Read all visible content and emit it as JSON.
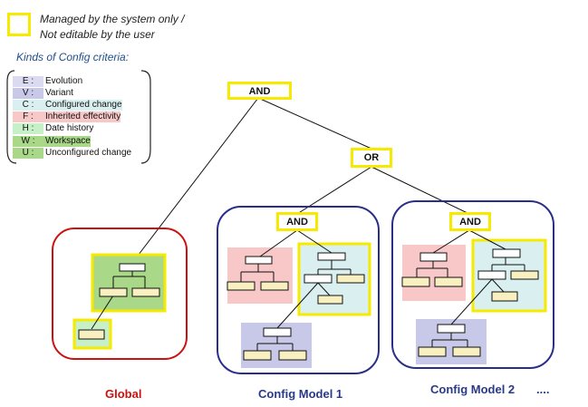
{
  "legend": {
    "line1": "Managed by the system only /",
    "line2": "Not editable by the user"
  },
  "criteria": {
    "title": "Kinds of Config criteria:",
    "items": [
      {
        "code": "E",
        "sep": ":",
        "label": "Evolution",
        "color": "#dadaf0"
      },
      {
        "code": "V",
        "sep": ":",
        "label": "Variant",
        "color": "#c8c8e8"
      },
      {
        "code": "C",
        "sep": ":",
        "label": "Configured change",
        "color": "#daf0f0"
      },
      {
        "code": "F",
        "sep": ":",
        "label": "Inherited effectivity",
        "color": "#f8c8c8"
      },
      {
        "code": "H",
        "sep": ":",
        "label": "Date history",
        "color": "#c8f0c8"
      },
      {
        "code": "W",
        "sep": ":",
        "label": "Workspace",
        "color": "#a8d888"
      },
      {
        "code": "U",
        "sep": ":",
        "label": "Unconfigured change",
        "color": "#a8d888"
      }
    ]
  },
  "operators": {
    "root": "AND",
    "or": "OR",
    "and1": "AND",
    "and2": "AND"
  },
  "captions": {
    "global": "Global",
    "model1": "Config Model 1",
    "model2": "Config Model 2",
    "ellipsis": "...."
  },
  "colors": {
    "yellow": "#f5ea00",
    "global_border": "#cc1111",
    "model_border": "#2a2e8a",
    "node_fill": "#f8f0c0"
  }
}
